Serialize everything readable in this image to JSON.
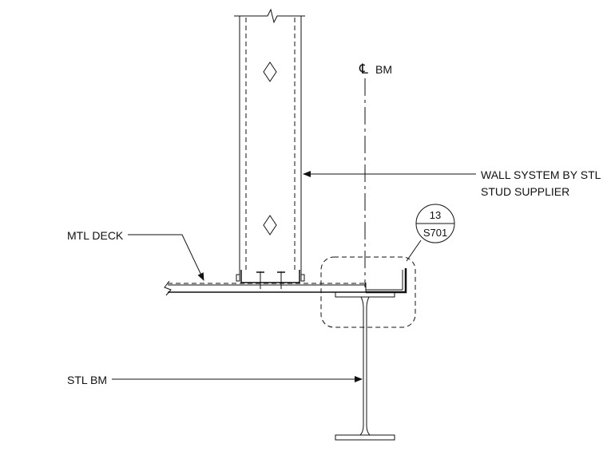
{
  "labels": {
    "centerline_symbol": "℄",
    "centerline_text": "BM",
    "wall_system_line1": "WALL SYSTEM BY STL",
    "wall_system_line2": "STUD SUPPLIER",
    "mtl_deck": "MTL DECK",
    "stl_bm": "STL BM"
  },
  "detail_callout": {
    "detail_number": "13",
    "sheet_number": "S701"
  }
}
